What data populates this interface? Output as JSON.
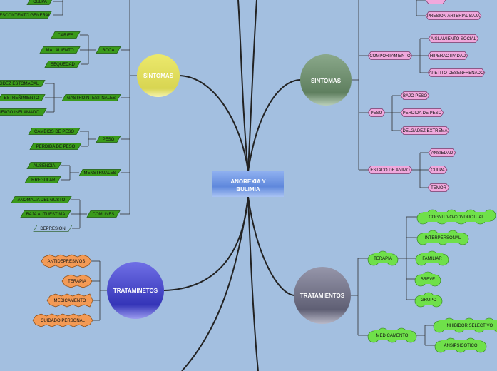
{
  "center": {
    "line1": "ANOREXIA Y",
    "line2": "BULIMIA"
  },
  "hubs": {
    "left_sintomas": "SINTOMAS",
    "right_sintomas": "SINTOMAS",
    "left_tratamientos": "TRATAMINETOS",
    "right_tratamientos": "TRATAMIENTOS"
  },
  "left_sintomas_tree": {
    "top_items": [
      "CULPA",
      "DESCONTENTO GENERAL"
    ],
    "boca": {
      "label": "BOCA",
      "items": [
        "CARIES",
        "MAL ALIENTO",
        "SEQUEDAD"
      ]
    },
    "gastro": {
      "label": "GASTROINTESTINALES",
      "items": [
        "ACIDEZ ESTOMACAL",
        "ESTREÑIMIENTO",
        "ESOFAGO INFLAMADO"
      ]
    },
    "peso": {
      "label": "PESO",
      "items": [
        "CAMBIOS DE PESO",
        "PERDIDA DE PESO"
      ]
    },
    "menstruales": {
      "label": "MENSTRUALES",
      "items": [
        "AUSENCIA",
        "IRREGULAR"
      ]
    },
    "comunes": {
      "label": "COMUNES",
      "items": [
        "ANOMALIA DEL GUSTO",
        "BAJA AUTUESTIMA",
        "DEPRESION"
      ]
    }
  },
  "right_sintomas_tree": {
    "top_items": [
      "PRESION ARTERIAL BAJA"
    ],
    "comportamiento": {
      "label": "COMPORTAMIENTO",
      "items": [
        "AISLAMIENTO SOCIAL",
        "HIPERACTIVIDAD",
        "APETITO DESENFRENADO"
      ]
    },
    "peso": {
      "label": "PESO",
      "items": [
        "BAJO PESO",
        "PERDIDA DE PESO",
        "DELGADEZ EXTREMA"
      ]
    },
    "estado": {
      "label": "ESTADO DE ANIMO",
      "items": [
        "ANSIEDAD",
        "CULPA",
        "TEMOR"
      ]
    }
  },
  "left_tratamientos_items": [
    "ANTIDEPRESIVOS",
    "TERAPIA",
    "MEDICAMENTO",
    "CUIDADO PERSONAL"
  ],
  "right_tratamientos_tree": {
    "terapia": {
      "label": "TERAPIA",
      "items": [
        "COGNITIVO-CONDUCTUAL",
        "INTERPERSONAL",
        "FAMILIAR",
        "BREVE",
        "GRUPO"
      ]
    },
    "medicamento": {
      "label": "MEDICAMENTO",
      "items": [
        "INHIBIDOR SELECTIVO",
        "ANSIPSICOTICO"
      ]
    }
  },
  "colors": {
    "background": "#a3bfe0",
    "green_node": "#3a9a1a",
    "pink_node": "#f0a8dc",
    "orange_node": "#f39a55",
    "cloud_node": "#6fe04a",
    "connector": "#333333"
  }
}
